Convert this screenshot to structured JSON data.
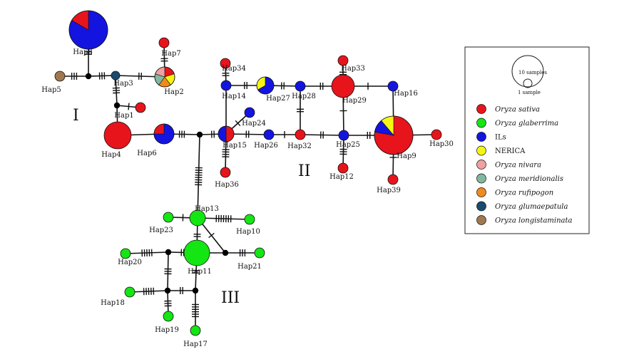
{
  "group_labels": [
    "I",
    "II",
    "III"
  ],
  "legend": {
    "size_labels": {
      "large": "10 samples",
      "small": "1 sample"
    },
    "entries": [
      {
        "label": "Oryza sativa",
        "color": "#e8141c",
        "italic": true
      },
      {
        "label": "Oryza glaberrima",
        "color": "#14e614",
        "italic": true
      },
      {
        "label": "ILs",
        "color": "#1414e0",
        "italic": false
      },
      {
        "label": "NERICA",
        "color": "#f5f514",
        "italic": false
      },
      {
        "label": "Oryza nivara",
        "color": "#f0a0a0",
        "italic": true
      },
      {
        "label": "Oryza meridionalis",
        "color": "#80b8a0",
        "italic": true
      },
      {
        "label": "Oryza rufipogon",
        "color": "#f08a1c",
        "italic": true
      },
      {
        "label": "Oryza glumaepatula",
        "color": "#1a4a6e",
        "italic": true
      },
      {
        "label": "Oryza longistaminata",
        "color": "#a07850",
        "italic": true
      }
    ]
  },
  "haplotypes": [
    {
      "label": "Hap1",
      "composition": {
        "Oryza sativa": 1
      }
    },
    {
      "label": "Hap2",
      "composition": {
        "Oryza sativa": 1,
        "NERICA": 1,
        "Oryza rufipogon": 1,
        "Oryza meridionalis": 1,
        "Oryza nivara": 1
      }
    },
    {
      "label": "Hap3",
      "composition": {
        "Oryza glumaepatula": 1
      }
    },
    {
      "label": "Hap4",
      "composition": {
        "Oryza sativa": 1
      }
    },
    {
      "label": "Hap5",
      "composition": {
        "Oryza longistaminata": 1
      }
    },
    {
      "label": "Hap6",
      "composition": {
        "ILs": 3,
        "Oryza sativa": 1
      }
    },
    {
      "label": "Hap7",
      "composition": {
        "Oryza sativa": 1
      }
    },
    {
      "label": "Hap8",
      "composition": {
        "ILs": 5,
        "Oryza sativa": 1
      }
    },
    {
      "label": "Hap9",
      "composition": {
        "Oryza sativa": 7,
        "ILs": 1,
        "NERICA": 1
      }
    },
    {
      "label": "Hap10",
      "composition": {
        "Oryza glaberrima": 1
      }
    },
    {
      "label": "Hap11",
      "composition": {
        "Oryza glaberrima": 1
      }
    },
    {
      "label": "Hap12",
      "composition": {
        "Oryza sativa": 1
      }
    },
    {
      "label": "Hap13",
      "composition": {
        "Oryza glaberrima": 1
      }
    },
    {
      "label": "Hap14",
      "composition": {
        "ILs": 1
      }
    },
    {
      "label": "Hap15",
      "composition": {
        "Oryza sativa": 1,
        "ILs": 1
      }
    },
    {
      "label": "Hap16",
      "composition": {
        "ILs": 1
      }
    },
    {
      "label": "Hap17",
      "composition": {
        "Oryza glaberrima": 1
      }
    },
    {
      "label": "Hap18",
      "composition": {
        "Oryza glaberrima": 1
      }
    },
    {
      "label": "Hap19",
      "composition": {
        "Oryza glaberrima": 1
      }
    },
    {
      "label": "Hap20",
      "composition": {
        "Oryza glaberrima": 1
      }
    },
    {
      "label": "Hap21",
      "composition": {
        "Oryza glaberrima": 1
      }
    },
    {
      "label": "Hap23",
      "composition": {
        "Oryza glaberrima": 1
      }
    },
    {
      "label": "Hap24",
      "composition": {
        "ILs": 1
      }
    },
    {
      "label": "Hap25",
      "composition": {
        "ILs": 1
      }
    },
    {
      "label": "Hap26",
      "composition": {
        "ILs": 1
      }
    },
    {
      "label": "Hap27",
      "composition": {
        "ILs": 2,
        "NERICA": 1
      }
    },
    {
      "label": "Hap28",
      "composition": {
        "ILs": 1
      }
    },
    {
      "label": "Hap29",
      "composition": {
        "Oryza sativa": 1
      }
    },
    {
      "label": "Hap30",
      "composition": {
        "Oryza sativa": 1
      }
    },
    {
      "label": "Hap32",
      "composition": {
        "Oryza sativa": 1
      }
    },
    {
      "label": "Hap33",
      "composition": {
        "Oryza sativa": 1
      }
    },
    {
      "label": "Hap34",
      "composition": {
        "Oryza sativa": 1
      }
    },
    {
      "label": "Hap36",
      "composition": {
        "Oryza sativa": 1
      }
    },
    {
      "label": "Hap39",
      "composition": {
        "Oryza sativa": 1
      }
    }
  ]
}
